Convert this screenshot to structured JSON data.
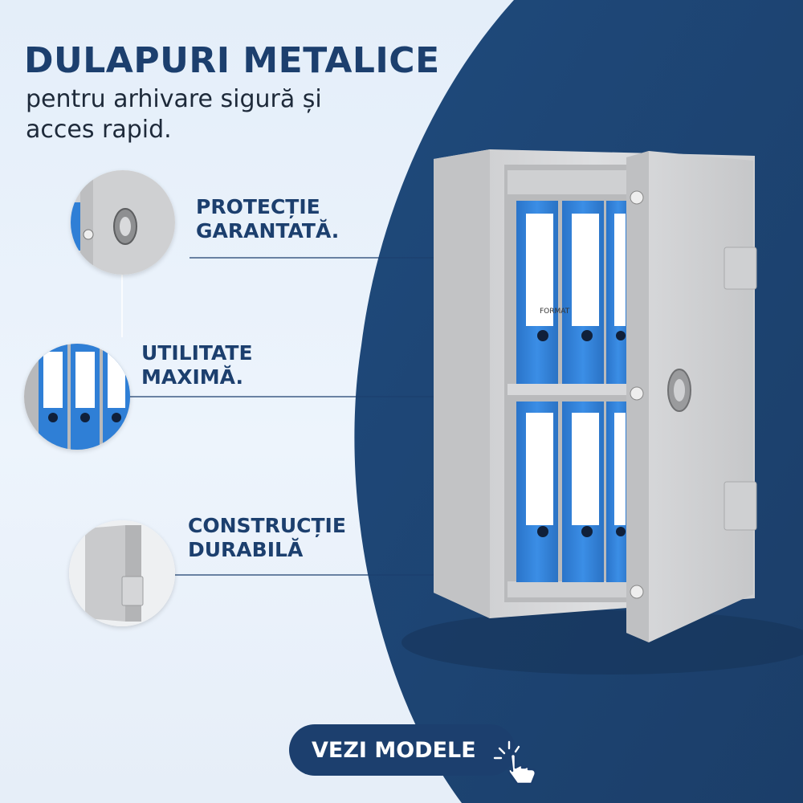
{
  "header": {
    "title": "DULAPURI METALICE",
    "subtitle_line1": "pentru arhivare sigură și",
    "subtitle_line2": "acces rapid."
  },
  "features": [
    {
      "line1": "PROTECȚIE",
      "line2": "GARANTATĂ.",
      "icon": "lock-thumbnail"
    },
    {
      "line1": "UTILITATE",
      "line2": "MAXIMĂ.",
      "icon": "binders-thumbnail"
    },
    {
      "line1": "CONSTRUCȚIE",
      "line2": "DURABILĂ",
      "icon": "hinge-thumbnail"
    }
  ],
  "binder_label": "FORMAT",
  "cta": {
    "label": "VEZI MODELE",
    "icon": "click-hand-icon"
  },
  "colors": {
    "navy": "#1c3f6e",
    "light_bg": "#eaf2fb",
    "binder_blue": "#2f7fd6",
    "cabinet_grey": "#d5d6d8"
  }
}
